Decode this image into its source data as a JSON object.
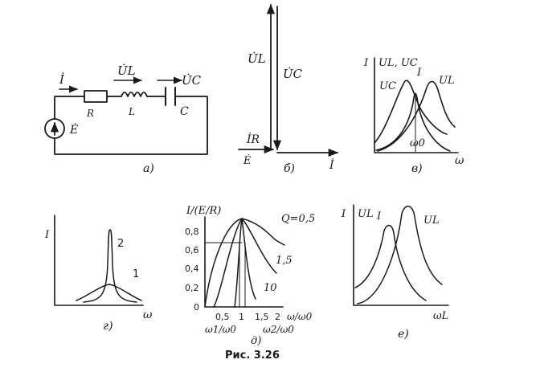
{
  "caption": "Рис. 3.26",
  "panel_a": {
    "label": "а)",
    "current": "İ",
    "ul": "U̇L",
    "uc": "U̇C",
    "r": "R",
    "l": "L",
    "c": "C",
    "emf": "Ė"
  },
  "panel_b": {
    "label": "б)",
    "ul": "U̇L",
    "uc": "U̇C",
    "ir": "İR",
    "emf": "Ė",
    "current": "İ"
  },
  "panel_v": {
    "label": "в)",
    "yaxis": "I",
    "ylabel2": "UL, UC",
    "curve_uc": "UC",
    "curve_i": "I",
    "curve_ul": "UL",
    "omega0": "ω0",
    "xaxis": "ω"
  },
  "panel_g": {
    "label": "г)",
    "yaxis": "I",
    "xaxis": "ω",
    "curve1": "1",
    "curve2": "2"
  },
  "panel_d": {
    "label": "д)",
    "ylabel": "I/(E/R)",
    "xlabel": "ω/ω0",
    "q_label": "Q=0,5",
    "q_mid": "1,5",
    "q_high": "10",
    "y_ticks": [
      "0",
      "0,2",
      "0,4",
      "0,6",
      "0,8"
    ],
    "x_ticks": [
      "0,5",
      "1",
      "1,5",
      "2"
    ],
    "omega1": "ω1/ω0",
    "omega2": "ω2/ω0"
  },
  "panel_e": {
    "label": "е)",
    "yaxis": "I",
    "ylabel2": "UL",
    "curve_i": "I",
    "curve_ul": "UL",
    "xaxis": "ωL"
  }
}
